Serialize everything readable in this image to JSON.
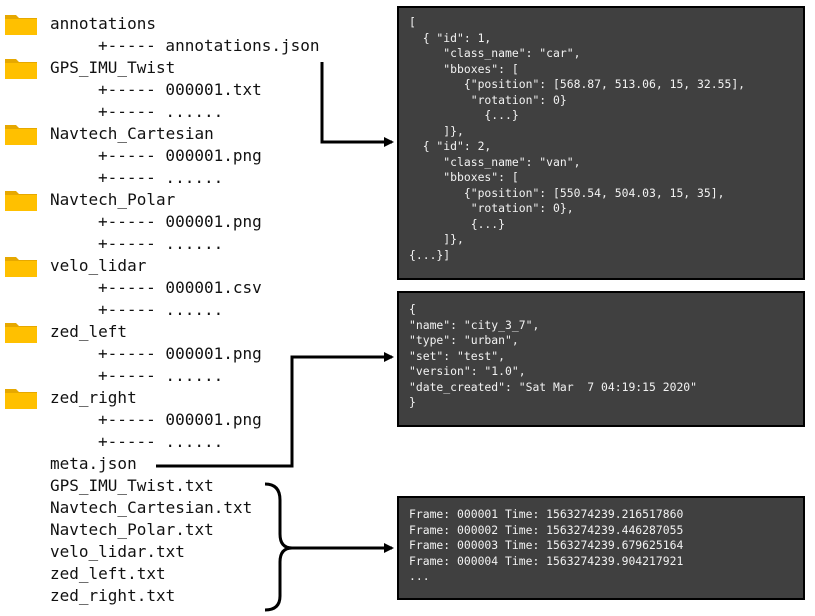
{
  "colors": {
    "folder": "#ffc000",
    "folder_dark": "#e6a800",
    "panel_bg": "#404040",
    "panel_text": "#f2f2f2",
    "line": "#000000"
  },
  "icons": {
    "folder": "folder-icon"
  },
  "tree": {
    "folders": [
      {
        "name": "annotations",
        "children": [
          "+----- annotations.json"
        ]
      },
      {
        "name": "GPS_IMU_Twist",
        "children": [
          "+----- 000001.txt",
          "+----- ......"
        ]
      },
      {
        "name": "Navtech_Cartesian",
        "children": [
          "+----- 000001.png",
          "+----- ......"
        ]
      },
      {
        "name": "Navtech_Polar",
        "children": [
          "+----- 000001.png",
          "+----- ......"
        ]
      },
      {
        "name": "velo_lidar",
        "children": [
          "+----- 000001.csv",
          "+----- ......"
        ]
      },
      {
        "name": "zed_left",
        "children": [
          "+----- 000001.png",
          "+----- ......"
        ]
      },
      {
        "name": "zed_right",
        "children": [
          "+----- 000001.png",
          "+----- ......"
        ]
      }
    ],
    "files": [
      "meta.json",
      "GPS_IMU_Twist.txt",
      "Navtech_Cartesian.txt",
      "Navtech_Polar.txt",
      "velo_lidar.txt",
      "zed_left.txt",
      "zed_right.txt"
    ]
  },
  "panels": {
    "annotations": {
      "lines": [
        "[",
        "  { \"id\": 1,",
        "     \"class_name\": \"car\",",
        "     \"bboxes\": [",
        "        {\"position\": [568.87, 513.06, 15, 32.55],",
        "         \"rotation\": 0}",
        "           {...}",
        "     ]},",
        "  { \"id\": 2,",
        "     \"class_name\": \"van\",",
        "     \"bboxes\": [",
        "        {\"position\": [550.54, 504.03, 15, 35],",
        "         \"rotation\": 0},",
        "         {...}",
        "     ]},",
        "{...}]"
      ]
    },
    "meta": {
      "lines": [
        "{",
        "\"name\": \"city_3_7\",",
        "\"type\": \"urban\",",
        "\"set\": \"test\",",
        "\"version\": \"1.0\",",
        "\"date_created\": \"Sat Mar  7 04:19:15 2020\"",
        "}"
      ]
    },
    "timestamps": {
      "lines": [
        "Frame: 000001 Time: 1563274239.216517860",
        "Frame: 000002 Time: 1563274239.446287055",
        "Frame: 000003 Time: 1563274239.679625164",
        "Frame: 000004 Time: 1563274239.904217921",
        "..."
      ]
    }
  }
}
